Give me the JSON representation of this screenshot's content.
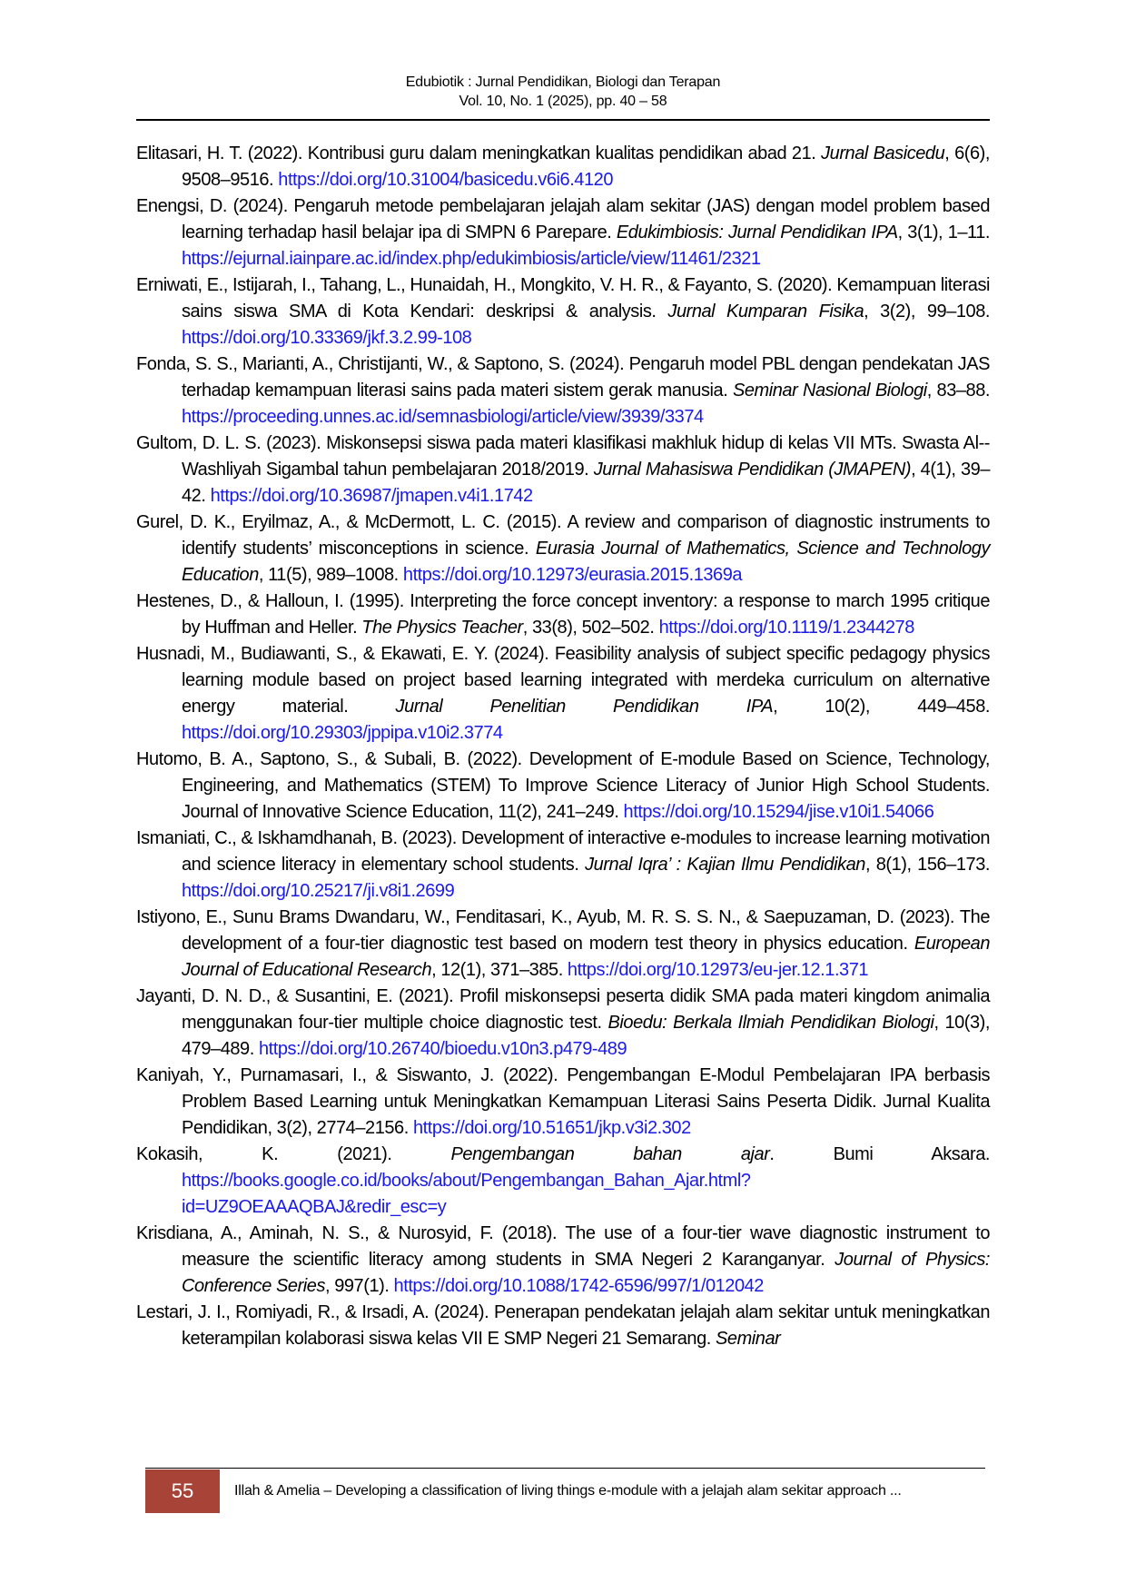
{
  "header": {
    "line1": "Edubiotik : Jurnal Pendidikan, Biologi dan Terapan",
    "line2": "Vol. 10, No. 1 (2025), pp. 40 – 58"
  },
  "references": [
    {
      "text": "Elitasari, H. T. (2022). Kontribusi guru dalam meningkatkan kualitas pendidikan abad 21. ",
      "source": "Jurnal Basicedu",
      "rest": ", 6(6), 9508–9516. ",
      "link": "https://doi.org/10.31004/basicedu.v6i6.4120"
    },
    {
      "text": "Enengsi, D. (2024). Pengaruh metode pembelajaran jelajah alam sekitar (JAS) dengan model problem based learning terhadap hasil belajar ipa di SMPN 6 Parepare. ",
      "source": "Edukimbiosis: Jurnal Pendidikan IPA",
      "rest": ", 3(1), 1–11. ",
      "link": "https://ejurnal.iainpare.ac.id/index.php/edukimbiosis/article/view/11461/2321"
    },
    {
      "text": "Erniwati, E., Istijarah, I., Tahang, L., Hunaidah, H., Mongkito, V. H. R., & Fayanto, S. (2020). Kemampuan literasi sains siswa SMA di Kota Kendari: deskripsi & analysis. ",
      "source": "Jurnal Kumparan Fisika",
      "rest": ", 3(2), 99–108. ",
      "link": "https://doi.org/10.33369/jkf.3.2.99-108"
    },
    {
      "text": "Fonda, S. S., Marianti, A., Christijanti, W., & Saptono, S. (2024). Pengaruh model PBL dengan pendekatan JAS terhadap kemampuan literasi sains pada materi sistem gerak manusia. ",
      "source": "Seminar Nasional Biologi",
      "rest": ", 83–88. ",
      "link": "https://proceeding.unnes.ac.id/semnasbiologi/article/view/3939/3374"
    },
    {
      "text": "Gultom, D. L. S. (2023). Miskonsepsi siswa pada materi klasifikasi makhluk hidup di kelas VII MTs. Swasta Al-- Washliyah Sigambal tahun pembelajaran 2018/2019. ",
      "source": "Jurnal Mahasiswa Pendidikan (JMAPEN)",
      "rest": ", 4(1), 39–42. ",
      "link": "https://doi.org/10.36987/jmapen.v4i1.1742"
    },
    {
      "text": "Gurel, D. K., Eryilmaz, A., & McDermott, L. C. (2015). A review and comparison of diagnostic instruments to identify students’ misconceptions in science. ",
      "source": "Eurasia Journal of Mathematics, Science and Technology Education",
      "rest": ", 11(5), 989–1008. ",
      "link": "https://doi.org/10.12973/eurasia.2015.1369a"
    },
    {
      "text": "Hestenes, D., & Halloun, I. (1995). Interpreting the force concept inventory: a response to march 1995 critique by Huffman and Heller. ",
      "source": "The Physics Teacher",
      "rest": ", 33(8), 502–502. ",
      "link": "https://doi.org/10.1119/1.2344278"
    },
    {
      "text": "Husnadi, M., Budiawanti, S., & Ekawati, E. Y. (2024). Feasibility analysis of subject specific pedagogy physics learning module based on project based learning integrated with merdeka curriculum on alternative energy material. ",
      "source": "Jurnal Penelitian Pendidikan IPA",
      "rest": ", 10(2), 449–458. ",
      "link": "https://doi.org/10.29303/jppipa.v10i2.3774"
    },
    {
      "text": "Hutomo, B. A., Saptono, S., & Subali, B. (2022). Development of E-module Based on Science, Technology, Engineering, and Mathematics (STEM) To Improve Science Literacy of Junior High School Students. Journal of Innovative Science Education, 11(2), 241–249. ",
      "source": "",
      "rest": "",
      "link": "https://doi.org/10.15294/jise.v10i1.54066"
    },
    {
      "text": "Ismaniati, C., & Iskhamdhanah, B. (2023). Development of interactive e-modules to increase learning motivation and science literacy in elementary school students. ",
      "source": "Jurnal Iqra’ : Kajian Ilmu Pendidikan",
      "rest": ", 8(1), 156–173. ",
      "link": "https://doi.org/10.25217/ji.v8i1.2699"
    },
    {
      "text": "Istiyono, E., Sunu Brams Dwandaru, W., Fenditasari, K., Ayub, M. R. S. S. N., & Saepuzaman, D. (2023). The development of a four-tier diagnostic test based on modern test theory in physics education. ",
      "source": "European Journal of Educational Research",
      "rest": ", 12(1), 371–385. ",
      "link": "https://doi.org/10.12973/eu-jer.12.1.371"
    },
    {
      "text": "Jayanti, D. N. D., & Susantini, E. (2021). Profil miskonsepsi peserta didik SMA pada materi kingdom animalia menggunakan four-tier multiple choice diagnostic test. ",
      "source": "Bioedu: Berkala Ilmiah Pendidikan Biologi",
      "rest": ", 10(3), 479–489. ",
      "link": "https://doi.org/10.26740/bioedu.v10n3.p479-489"
    },
    {
      "text": "Kaniyah, Y., Purnamasari, I., & Siswanto, J. (2022). Pengembangan E-Modul Pembelajaran IPA berbasis Problem Based Learning untuk Meningkatkan Kemampuan Literasi Sains Peserta Didik. Jurnal Kualita Pendidikan, 3(2), 2774–2156. ",
      "source": "",
      "rest": "",
      "link": "https://doi.org/10.51651/jkp.v3i2.302"
    },
    {
      "text": "Kokasih, K. (2021). ",
      "source": "Pengembangan bahan ajar",
      "rest": ". Bumi Aksara. ",
      "link": "https://books.google.co.id/books/about/Pengembangan_Bahan_Ajar.html?id=UZ9OEAAAQBAJ&redir_esc=y"
    },
    {
      "text": "Krisdiana, A., Aminah, N. S., & Nurosyid, F. (2018). The use of a four-tier wave diagnostic instrument to measure the scientific literacy among students in SMA Negeri 2 Karanganyar. ",
      "source": "Journal of Physics: Conference Series",
      "rest": ", 997(1). ",
      "link": "https://doi.org/10.1088/1742-6596/997/1/012042"
    },
    {
      "text": "Lestari, J. I., Romiyadi, R., & Irsadi, A. (2024). Penerapan pendekatan jelajah alam sekitar untuk meningkatkan keterampilan kolaborasi siswa kelas VII E SMP Negeri 21 Semarang. ",
      "source": "Seminar",
      "rest": "",
      "link": ""
    }
  ],
  "footer": {
    "page_number": "55",
    "text": "Illah & Amelia – Developing a classification of living things e-module with a jelajah alam sekitar approach ..."
  },
  "colors": {
    "link": "#1a1ae6",
    "page_box": "#a84437"
  }
}
